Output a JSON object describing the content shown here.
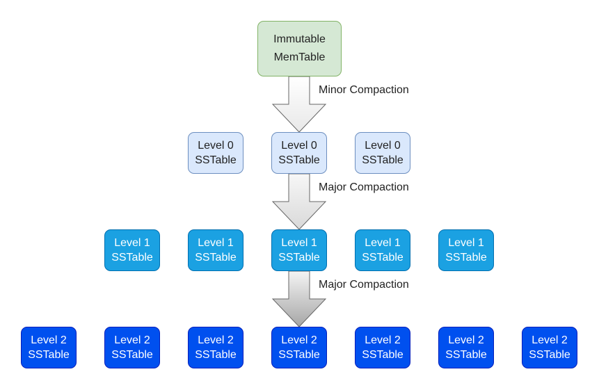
{
  "memtable": {
    "line1": "Immutable",
    "line2": "MemTable"
  },
  "level0": [
    {
      "line1": "Level 0",
      "line2": "SSTable"
    },
    {
      "line1": "Level 0",
      "line2": "SSTable"
    },
    {
      "line1": "Level 0",
      "line2": "SSTable"
    }
  ],
  "level1": [
    {
      "line1": "Level 1",
      "line2": "SSTable"
    },
    {
      "line1": "Level 1",
      "line2": "SSTable"
    },
    {
      "line1": "Level 1",
      "line2": "SSTable"
    },
    {
      "line1": "Level 1",
      "line2": "SSTable"
    },
    {
      "line1": "Level 1",
      "line2": "SSTable"
    }
  ],
  "level2": [
    {
      "line1": "Level 2",
      "line2": "SSTable"
    },
    {
      "line1": "Level 2",
      "line2": "SSTable"
    },
    {
      "line1": "Level 2",
      "line2": "SSTable"
    },
    {
      "line1": "Level 2",
      "line2": "SSTable"
    },
    {
      "line1": "Level 2",
      "line2": "SSTable"
    },
    {
      "line1": "Level 2",
      "line2": "SSTable"
    },
    {
      "line1": "Level 2",
      "line2": "SSTable"
    }
  ],
  "arrows": {
    "minor": "Minor Compaction",
    "major1": "Major Compaction",
    "major2": "Major Compaction"
  },
  "colors": {
    "memtable_fill": "#d5e8d4",
    "level0_fill": "#dae8fc",
    "level1_fill": "#1ba1e2",
    "level2_fill": "#0050ef"
  }
}
